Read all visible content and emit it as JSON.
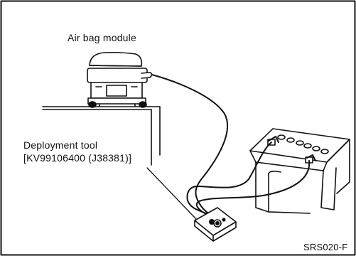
{
  "labels": {
    "air_bag_module": "Air bag module",
    "deployment_tool": "Deployment tool",
    "deployment_tool_part": "[KV99106400 (J38381)]",
    "figure_code": "SRS020-F"
  }
}
